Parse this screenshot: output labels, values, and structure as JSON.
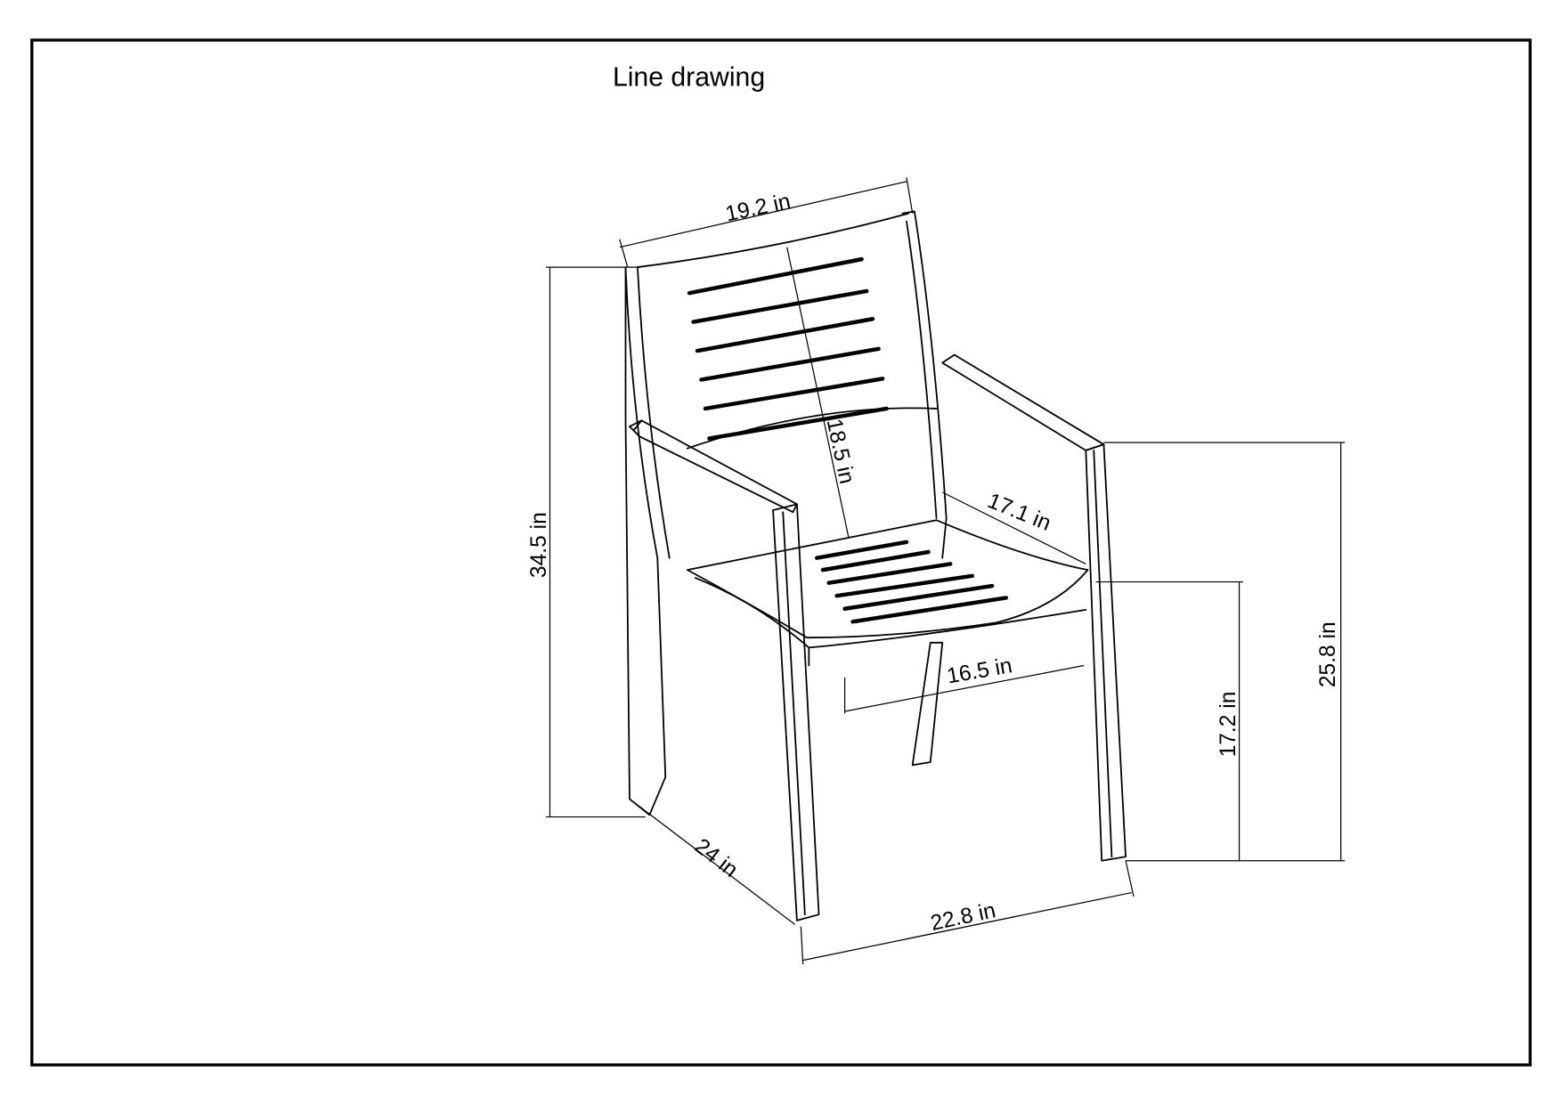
{
  "title": "Line drawing",
  "dimensions": {
    "back_width": "19.2 in",
    "back_height": "18.5 in",
    "overall_height": "34.5 in",
    "seat_depth": "17.1 in",
    "seat_width": "16.5 in",
    "arm_height": "25.8 in",
    "seat_height": "17.2 in",
    "overall_depth": "24 in",
    "overall_width": "22.8 in"
  }
}
